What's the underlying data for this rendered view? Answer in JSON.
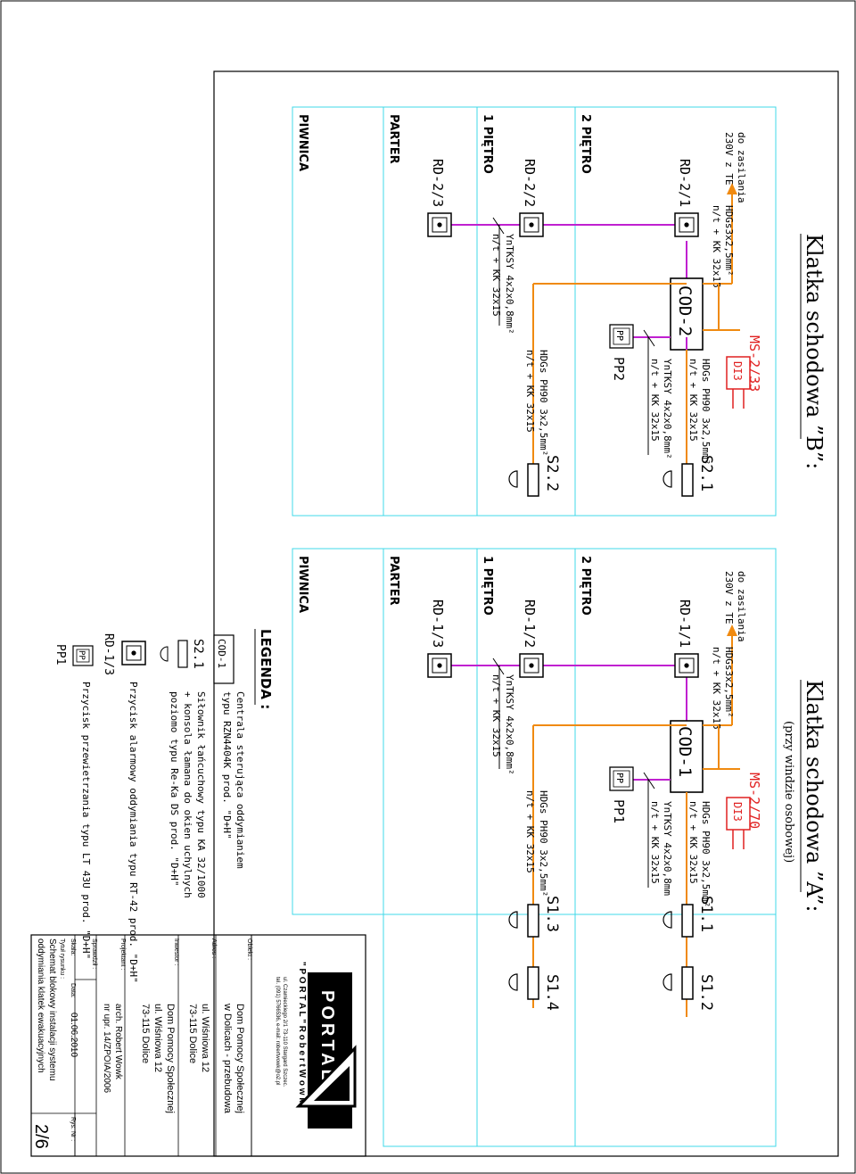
{
  "section_b": {
    "title": "Klatka schodowa ”B”:",
    "floors": {
      "p2": "2 PIĘTRO",
      "p1": "1 PIĘTRO",
      "parter": "PARTER",
      "piwnica": "PIWNICA"
    },
    "supply_1": "do zasilania",
    "supply_2": "230V z TE",
    "rd1": "RD-2/1",
    "rd2": "RD-2/2",
    "rd3": "RD-2/3",
    "cod": "COD-2",
    "ms": "MS-2/33",
    "di3": "DI3",
    "pp_box": "PP",
    "pp": "PP2",
    "s_1": "S2.1",
    "s_2": "S2.2",
    "cable_main_1": "HDGs3x2,5mm²",
    "cable_main_2": "n/t + KK 32x15",
    "cable_rd_1": "YnTKSY 4x2x0,8mm²",
    "cable_rd_2": "n/t + KK 32x15",
    "cable_s1_1": "HDGs PH90 3x2,5mm²",
    "cable_s1_2": "n/t + KK 32x15",
    "cable_pp_1": "YnTKSY 4x2x0,8mm²",
    "cable_pp_2": "n/t + KK 32x15",
    "cable_s2_1": "HDGs PH90 3x2,5mm²",
    "cable_s2_2": "n/t + KK 32x15"
  },
  "section_a": {
    "title": "Klatka schodowa ”A”:",
    "subtitle": "(przy windzie osobowej)",
    "floors": {
      "p2": "2 PIĘTRO",
      "p1": "1 PIĘTRO",
      "parter": "PARTER",
      "piwnica": "PIWNICA"
    },
    "supply_1": "do zasilania",
    "supply_2": "230V z TE",
    "rd1": "RD-1/1",
    "rd2": "RD-1/2",
    "rd3": "RD-1/3",
    "cod": "COD-1",
    "ms": "MS-2/70",
    "di3": "DI3",
    "pp_box": "PP",
    "pp": "PP1",
    "s_1": "S1.1",
    "s_2": "S1.2",
    "s_3": "S1.3",
    "s_4": "S1.4",
    "cable_main_1": "HDGs3x2,5mm²",
    "cable_main_2": "n/t + KK 32x15",
    "cable_rd_1": "YnTKSY 4x2x0,8mm²",
    "cable_rd_2": "n/t + KK 32x15",
    "cable_s1_1": "HDGs PH90 3x2,5mm²",
    "cable_s1_2": "n/t + KK 32x15",
    "cable_pp_1": "YnTKSY 4x2x0,8mm",
    "cable_pp_2": "n/t + KK 32x15",
    "cable_s2_1": "HDGs PH90 3x2,5mm²",
    "cable_s2_2": "n/t + KK 32x15"
  },
  "legend": {
    "title": "LEGENDA :",
    "cod_box": "COD-1",
    "cod_1": "Centrala sterująca oddymianiem",
    "cod_2": "typu RZN4404K prod. \"D+H\"",
    "s_label": "S2.1",
    "s_1": "Siłownik łańcuchowy typu KA 32/1000",
    "s_2": "+ konsola łamana do okien uchylnych",
    "s_3": "poziomo typu Re-Ka DS prod. \"D+H\"",
    "rd_label": "RD-1/3",
    "rd_1": "Przycisk alarmowy oddymiania typu RT-42 prod. \"D+H\"",
    "pp_box": "PP",
    "pp_label": "PP1",
    "pp_1": "Przycisk przewietrzania typu LT 43U prod. \"D+H\""
  },
  "title_block": {
    "company": "\" P O R T A L \"   R o b e r t   W o w k",
    "company_addr": "ul. Czarnieckiego 2/1 73-110 Stargard Szczec.",
    "company_tel": "tel. (091) 5766536, e-mail: robertwowk@o2.pl",
    "logo_text": "PORTAL",
    "obiekt_label": "Obiekt :",
    "obiekt_1": "Dom Pomocy Społecznej",
    "obiekt_2": "w Dolicach - przebudowa",
    "adres_label": "Adres :",
    "adres_1": "ul. Wiśniowa 12",
    "adres_2": "73-115 Dolice",
    "inwestor_label": "Inwestor :",
    "inwestor_1": "Dom Pomocy Społecznej",
    "inwestor_2": "ul. Wiśniowa 12",
    "inwestor_3": "73-115 Dolice",
    "projektant_label": "Projektant :",
    "projektant_1": "arch. Robert Wowk",
    "projektant_2": "nr upr. 14/ZPOIA/2006",
    "sprawdzil_label": "Sprawdził :",
    "skala_label": "Skala:",
    "data_label": "Data:",
    "data_value": "01.06.2010",
    "rys_label": "Rys. Nr :",
    "tytul_label": "Tytuł rysunku :",
    "tytul_1": "Schemat blokowy instalacji systemu",
    "tytul_2": "oddymiania klatek ewakuacyjnych",
    "sheet_no": "2/6"
  },
  "colors": {
    "violet": "#c020d0",
    "orange": "#f08a10",
    "red": "#e02020",
    "cyan": "#40d8e8",
    "black": "#000000"
  }
}
